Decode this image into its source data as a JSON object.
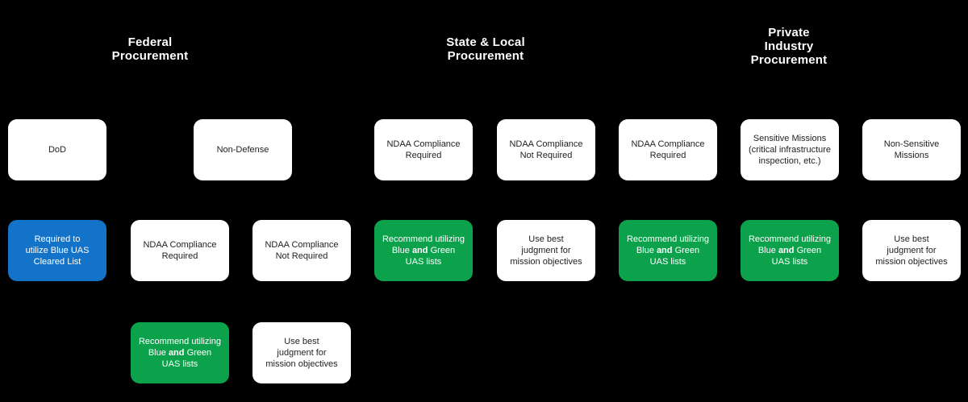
{
  "colors": {
    "background": "#000000",
    "box_white": "#ffffff",
    "box_blue": "#1273c9",
    "box_green": "#0ca24b",
    "text_dark": "#1f1f1f",
    "text_light": "#ffffff"
  },
  "headers": {
    "federal": {
      "line1": "Federal",
      "line2": "Procurement"
    },
    "state_local": {
      "line1": "State & Local",
      "line2": "Procurement"
    },
    "private": {
      "line1": "Private",
      "line2": "Industry",
      "line3": "Procurement"
    }
  },
  "boxes": {
    "dod": {
      "line1": "DoD"
    },
    "non_defense": {
      "line1": "Non-Defense"
    },
    "ndaa_required": {
      "line1": "NDAA Compliance",
      "line2": "Required"
    },
    "ndaa_not_required": {
      "line1": "NDAA Compliance",
      "line2": "Not Required"
    },
    "sensitive_missions": {
      "line1": "Sensitive Missions",
      "line2": "(critical infrastructure",
      "line3": "inspection, etc.)"
    },
    "non_sensitive_missions": {
      "line1": "Non-Sensitive",
      "line2": "Missions"
    },
    "blue_uas_required": {
      "line1": "Required to",
      "line2": "utilize Blue UAS",
      "line3": "Cleared List"
    },
    "recommend_lists": {
      "line1": "Recommend utilizing",
      "line2_pre": "Blue",
      "line2_bold": "and",
      "line2_post": "Green",
      "line3": "UAS lists"
    },
    "best_judgment": {
      "line1": "Use best",
      "line2": "judgment for",
      "line3": "mission objectives"
    }
  }
}
